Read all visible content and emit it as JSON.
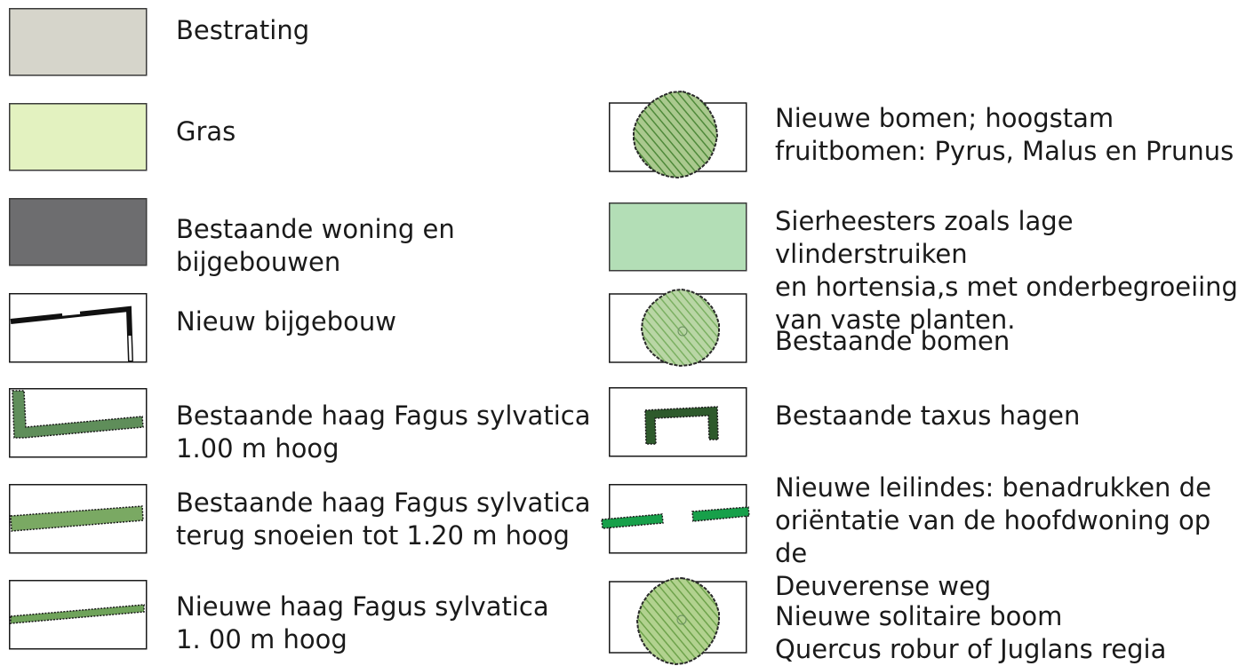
{
  "legend_left": [
    {
      "symbol": "paving-swatch-icon",
      "color": "#d6d5cb",
      "label": "Bestrating"
    },
    {
      "symbol": "grass-swatch-icon",
      "color": "#e3f2c0",
      "label": "Gras"
    },
    {
      "symbol": "existing-building-swatch-icon",
      "color": "#6d6d6f",
      "label": "Bestaande woning en\nbijgebouwen"
    },
    {
      "symbol": "new-outbuilding-icon",
      "label": "Nieuw bijgebouw"
    },
    {
      "symbol": "existing-hedge-corner-icon",
      "color": "#5f8e5a",
      "label": "Bestaande haag Fagus sylvatica\n1.00 m hoog"
    },
    {
      "symbol": "pruned-hedge-icon",
      "color": "#7aa963",
      "label": "Bestaande haag Fagus sylvatica\nterug snoeien tot 1.20 m hoog"
    },
    {
      "symbol": "new-hedge-icon",
      "color": "#6fa35a",
      "label": "Nieuwe haag Fagus sylvatica\n1. 00 m hoog"
    }
  ],
  "legend_right": [
    {
      "symbol": "new-fruit-tree-icon",
      "color": "#6e9b50",
      "label": "Nieuwe bomen; hoogstam\nfruitbomen: Pyrus, Malus en Prunus"
    },
    {
      "symbol": "shrubs-swatch-icon",
      "color": "#b3deb6",
      "label": "Sierheesters zoals lage vlinderstruiken\nen hortensia,s met onderbegroeiing\nvan vaste planten."
    },
    {
      "symbol": "existing-tree-icon",
      "color": "#8fbf77",
      "label": "Bestaande bomen"
    },
    {
      "symbol": "existing-yew-hedge-icon",
      "color": "#2e5a2c",
      "label": "Bestaande taxus hagen"
    },
    {
      "symbol": "new-lime-trees-icon",
      "color": "#17a04a",
      "label": "Nieuwe leilindes: benadrukken de\noriëntatie van de hoofdwoning op de\nDeuverense weg"
    },
    {
      "symbol": "new-solitary-tree-icon",
      "color": "#7eb05a",
      "label": "Nieuwe solitaire boom\nQuercus robur of Juglans regia"
    }
  ]
}
